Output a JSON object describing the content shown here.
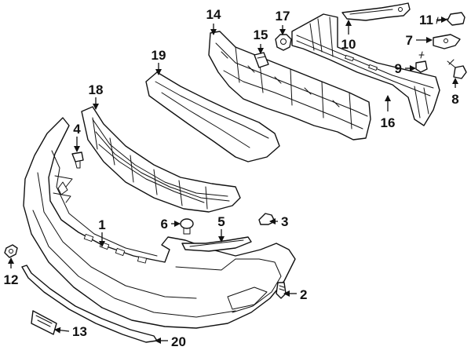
{
  "callouts": {
    "p1": "1",
    "p2": "2",
    "p3": "3",
    "p4": "4",
    "p5": "5",
    "p6": "6",
    "p7": "7",
    "p8": "8",
    "p9": "9",
    "p10": "10",
    "p11": "11",
    "p12": "12",
    "p13": "13",
    "p14": "14",
    "p15": "15",
    "p16": "16",
    "p17": "17",
    "p18": "18",
    "p19": "19",
    "p20": "20"
  },
  "colors": {
    "line": "#111111",
    "background": "#ffffff"
  }
}
